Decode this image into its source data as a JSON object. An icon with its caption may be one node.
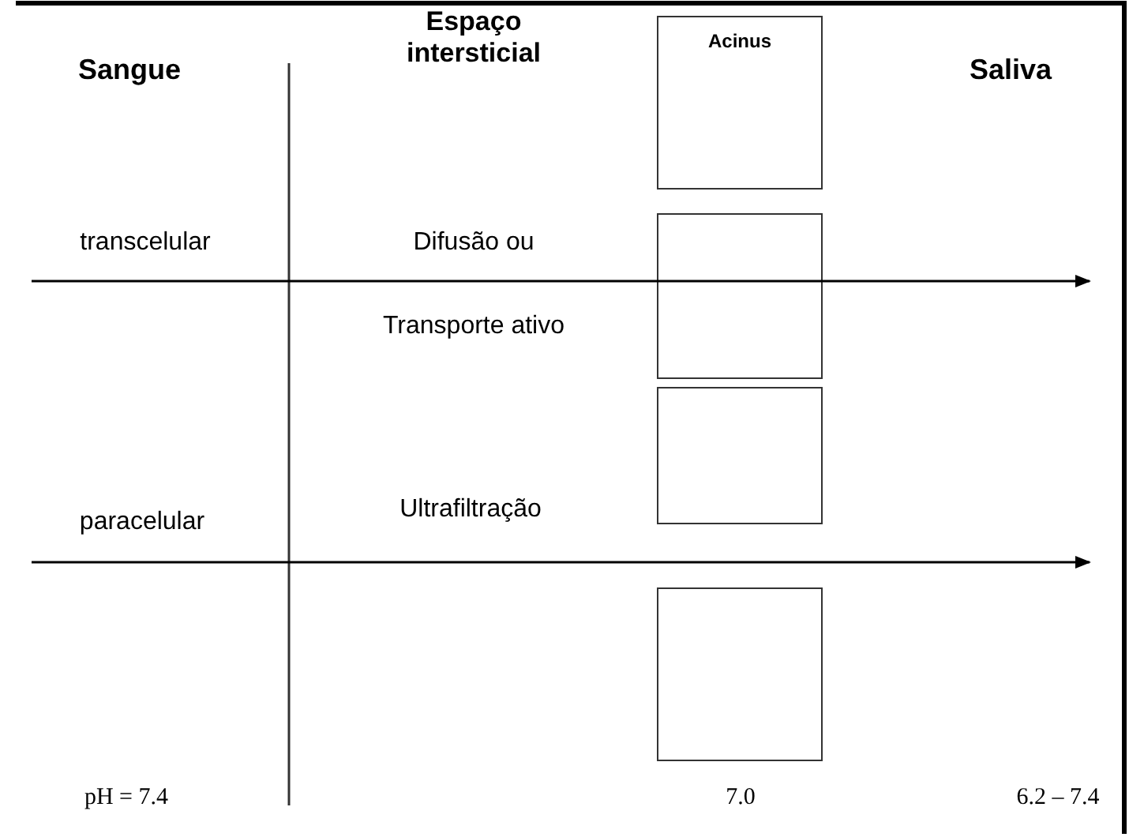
{
  "diagram": {
    "nodes": [
      {
        "text": [
          "Acinus"
        ]
      },
      {
        "text": [],
        "shape": "box"
      },
      {
        "text": [],
        "shape": "box"
      },
      {
        "text": [],
        "shape": "box"
      }
    ],
    "labels": [
      "Sangue",
      "Espaço intersticial",
      "Saliva",
      "transcelular",
      "Difusão ou",
      "Transporte ativo",
      "paracelular",
      "Ultrafiltração",
      "pH = 7.4",
      "7.0",
      "6.2 – 7.4"
    ]
  }
}
